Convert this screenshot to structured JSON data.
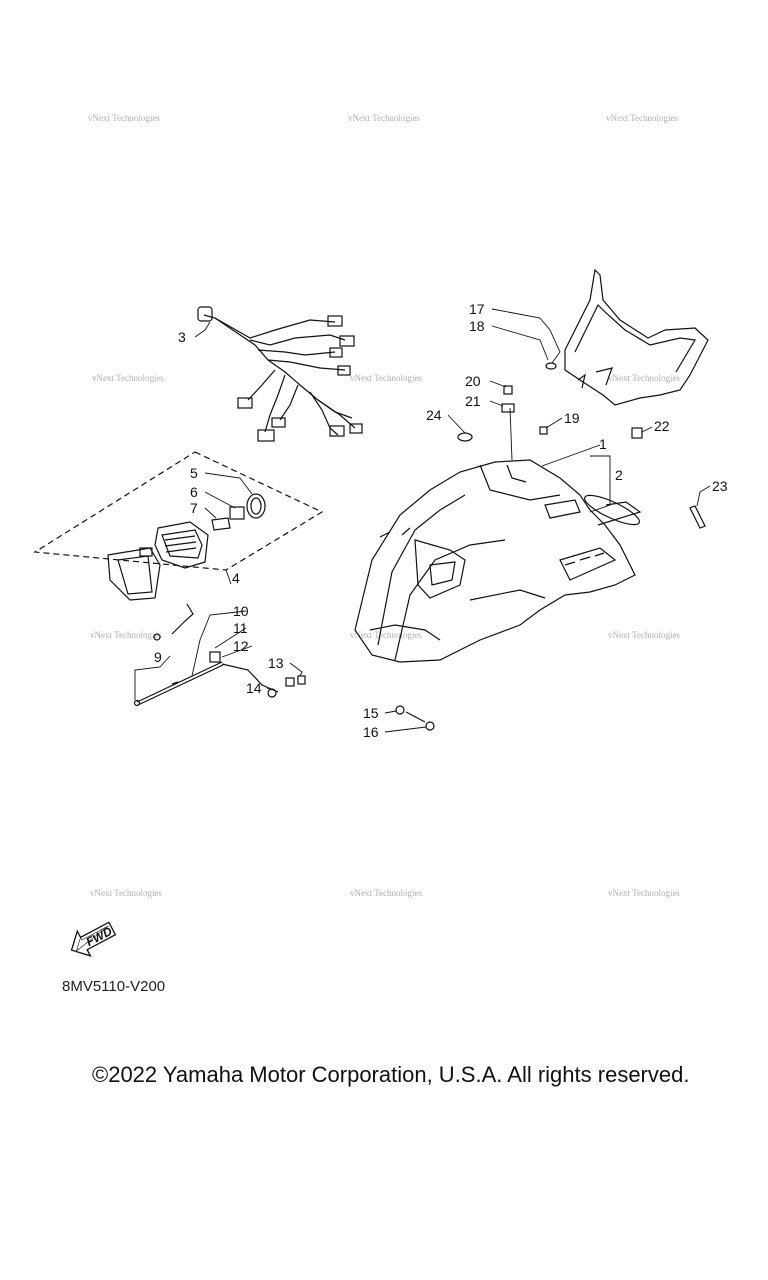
{
  "watermark_text": "vNext Technologies",
  "part_numbers": [
    "1",
    "2",
    "3",
    "4",
    "5",
    "6",
    "7",
    "9",
    "10",
    "11",
    "12",
    "13",
    "14",
    "15",
    "16",
    "17",
    "18",
    "19",
    "20",
    "21",
    "22",
    "23",
    "24"
  ],
  "fwd_label": "FWD",
  "diagram_code": "8MV5110-V200",
  "copyright": "©2022 Yamaha Motor Corporation, U.S.A. All rights reserved."
}
